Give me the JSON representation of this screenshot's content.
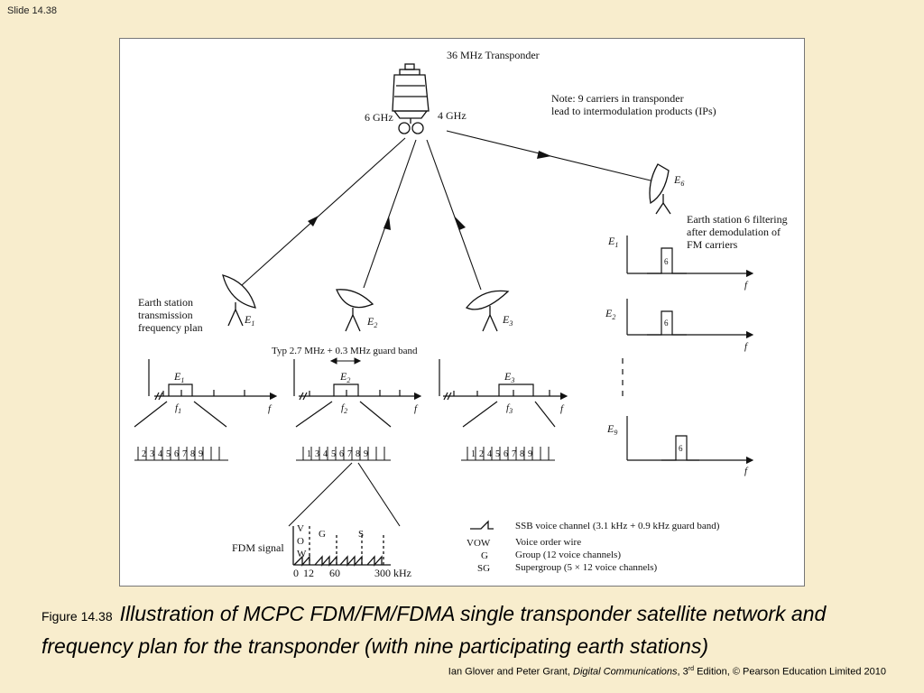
{
  "slide_number": "Slide 14.38",
  "diagram": {
    "transponder_label": "36 MHz Transponder",
    "uplink_freq": "6 GHz",
    "downlink_freq": "4 GHz",
    "note_line1": "Note: 9 carriers in transponder",
    "note_line2": "lead to intermodulation products (IPs)",
    "rx_station": "E",
    "rx_station_sub": "6",
    "rx_caption_line1": "Earth station 6 filtering",
    "rx_caption_line2": "after demodulation of",
    "rx_caption_line3": "FM carriers",
    "tx_caption_line1": "Earth station",
    "tx_caption_line2": "transmission",
    "tx_caption_line3": "frequency plan",
    "stations": [
      {
        "name": "E",
        "sub": "1",
        "freq": "f",
        "freq_sub": "1",
        "channels": [
          "2",
          "3",
          "4",
          "5",
          "6",
          "7",
          "8",
          "9"
        ]
      },
      {
        "name": "E",
        "sub": "2",
        "freq": "f",
        "freq_sub": "2",
        "channels": [
          "1",
          "3",
          "4",
          "5",
          "6",
          "7",
          "8",
          "9"
        ]
      },
      {
        "name": "E",
        "sub": "3",
        "freq": "f",
        "freq_sub": "3",
        "channels": [
          "1",
          "2",
          "4",
          "5",
          "6",
          "7",
          "8",
          "9"
        ]
      }
    ],
    "guard_band_label": "Typ 2.7 MHz + 0.3 MHz guard band",
    "axis_label": "f",
    "filter_plots": [
      {
        "name": "E",
        "sub": "1",
        "channel": "6"
      },
      {
        "name": "E",
        "sub": "2",
        "channel": "6"
      },
      {
        "name": "E",
        "sub": "9",
        "channel": "6"
      }
    ],
    "fdm_signal_label": "FDM signal",
    "vow_letters": [
      "V",
      "O",
      "W"
    ],
    "group_label": "G",
    "supergroup_label": "S",
    "fdm_ticks": [
      "0",
      "12",
      "60",
      "300 kHz"
    ],
    "legend": [
      {
        "symbol": "",
        "text": "SSB voice channel (3.1 kHz + 0.9 kHz guard band)"
      },
      {
        "symbol": "VOW",
        "text": "Voice order wire"
      },
      {
        "symbol": "G",
        "text": "Group (12 voice channels)"
      },
      {
        "symbol": "SG",
        "text": "Supergroup (5 × 12 voice channels)"
      }
    ]
  },
  "caption": {
    "label": "Figure 14.38",
    "text": "Illustration of MCPC FDM/FM/FDMA single transponder satellite network and frequency plan for the transponder (with nine participating earth stations)"
  },
  "credit": {
    "authors": "Ian Glover and Peter Grant,",
    "book": "Digital Communications",
    "edition_num": "3",
    "edition_sup": "rd",
    "rest": "Edition, © Pearson Education Limited 2010"
  }
}
